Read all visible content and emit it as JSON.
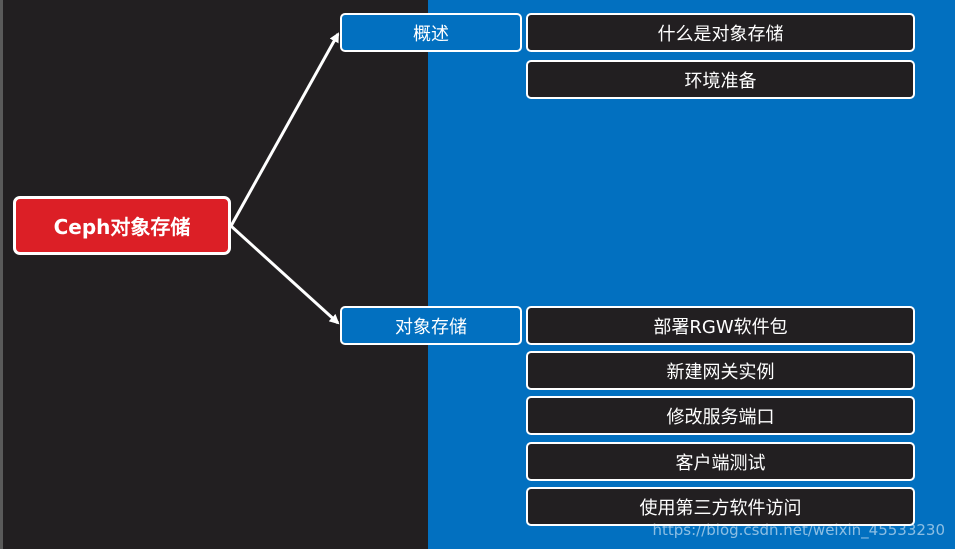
{
  "mindmap": {
    "root": "Ceph对象存储",
    "branches": [
      {
        "label": "概述",
        "children": [
          "什么是对象存储",
          "环境准备"
        ]
      },
      {
        "label": "对象存储",
        "children": [
          "部署RGW软件包",
          "新建网关实例",
          "修改服务端口",
          "客户端测试",
          "使用第三方软件访问"
        ]
      }
    ]
  },
  "colors": {
    "left_background": "#221f21",
    "right_background": "#0270c0",
    "root_fill": "#dc1f26",
    "branch_fill": "#0270c0",
    "leaf_fill": "#221f21",
    "border": "#ffffff"
  },
  "watermark": "https://blog.csdn.net/weixin_45533230"
}
